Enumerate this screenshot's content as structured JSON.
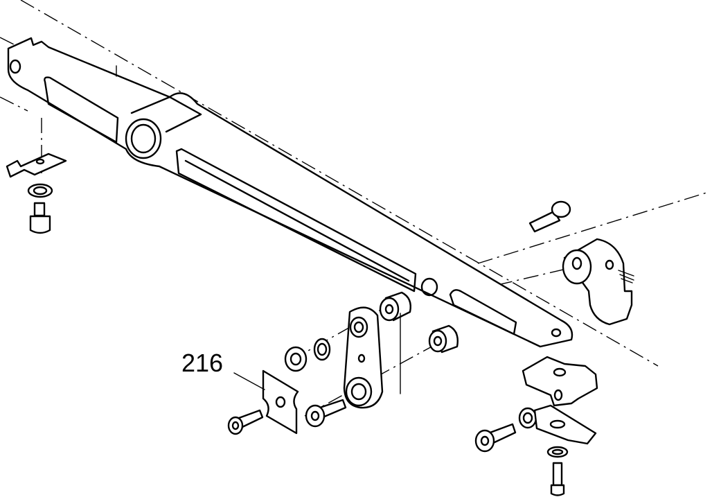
{
  "diagram": {
    "type": "exploded parts drawing",
    "line_color": "#000000",
    "background": "#ffffff",
    "callouts": [
      {
        "id": "216",
        "label": "216",
        "points_to": "bracket plate"
      }
    ],
    "parts": [
      "main lever arm",
      "left end clip",
      "left washer",
      "left socket screw",
      "upper right socket screw",
      "clamp collar with set screw",
      "link plate",
      "bushing (upper)",
      "bushing (lower)",
      "lock nut",
      "spring washer",
      "bracket plate",
      "bracket screw",
      "link screw",
      "clamp block",
      "tab washer",
      "lower socket screw",
      "flat washer",
      "bottom screw"
    ]
  }
}
